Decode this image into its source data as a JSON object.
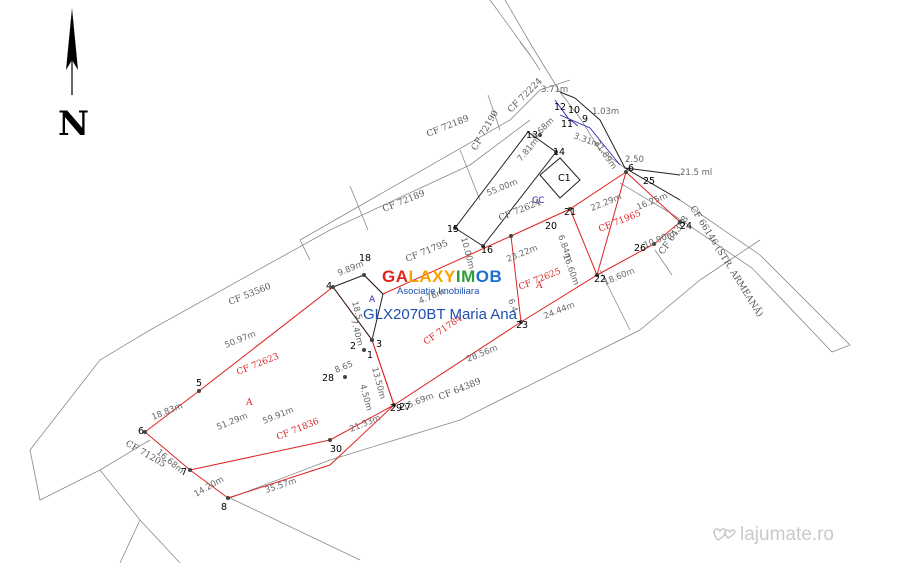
{
  "north_label": "N",
  "watermark": {
    "brand_parts": [
      "GA",
      "LAXY",
      "IM",
      "OB"
    ],
    "subtitle": "Asociatie Imobiliara",
    "reference": "GLX2070BT Maria Ana"
  },
  "site_logo": "lajumate.ro",
  "parcels": [
    {
      "label": "CF 72189"
    },
    {
      "label": "CF 72189"
    },
    {
      "label": "CF 72190"
    },
    {
      "label": "CF 72224"
    },
    {
      "label": "CF 53560"
    },
    {
      "label": "CF 71795"
    },
    {
      "label": "CF 72624"
    },
    {
      "label": "CF 71205"
    },
    {
      "label": "CF 64389"
    },
    {
      "label": "CF 64388"
    },
    {
      "label": "CF 66146 (STR. ARMEANĂ)"
    }
  ],
  "lots": [
    {
      "label": "CF 72623",
      "sub": "A"
    },
    {
      "label": "CF 71836"
    },
    {
      "label": "CF 71784"
    },
    {
      "label": "CF 72625",
      "sub": "A"
    },
    {
      "label": "CF 71965"
    }
  ],
  "buildings": [
    "C1",
    "CC",
    "A"
  ],
  "points": [
    "1",
    "2",
    "3",
    "4",
    "5",
    "6",
    "7",
    "8",
    "9",
    "10",
    "11",
    "12",
    "13",
    "14",
    "15",
    "16",
    "18",
    "20",
    "21",
    "22",
    "23",
    "24",
    "25",
    "26",
    "27",
    "28",
    "29",
    "30"
  ],
  "dimensions": [
    "18.83m",
    "50.97m",
    "9.89m",
    "18.5",
    "7.40m",
    "51.29m",
    "59.91m",
    "16.68m",
    "14.20m",
    "35.57m",
    "21.33m",
    "15.69m",
    "28.56m",
    "24.44m",
    "18.60m",
    "10.90m",
    "16.25m",
    "22.29m",
    "6.84m",
    "16.60m",
    "23.22m",
    "55.00m",
    "10.00m",
    "7.81m",
    "9.68m",
    "3.31m",
    "21.89m",
    "2.50",
    "1.03m",
    "3.71m",
    "21.5 ml",
    "8.65",
    "4.50m",
    "13.50m",
    "4.76m",
    "6.4"
  ],
  "colors": {
    "lot_boundary": "#dd2222",
    "building": "#222222",
    "parcel_line": "#888888",
    "blue_line": "#2a2ab0"
  }
}
